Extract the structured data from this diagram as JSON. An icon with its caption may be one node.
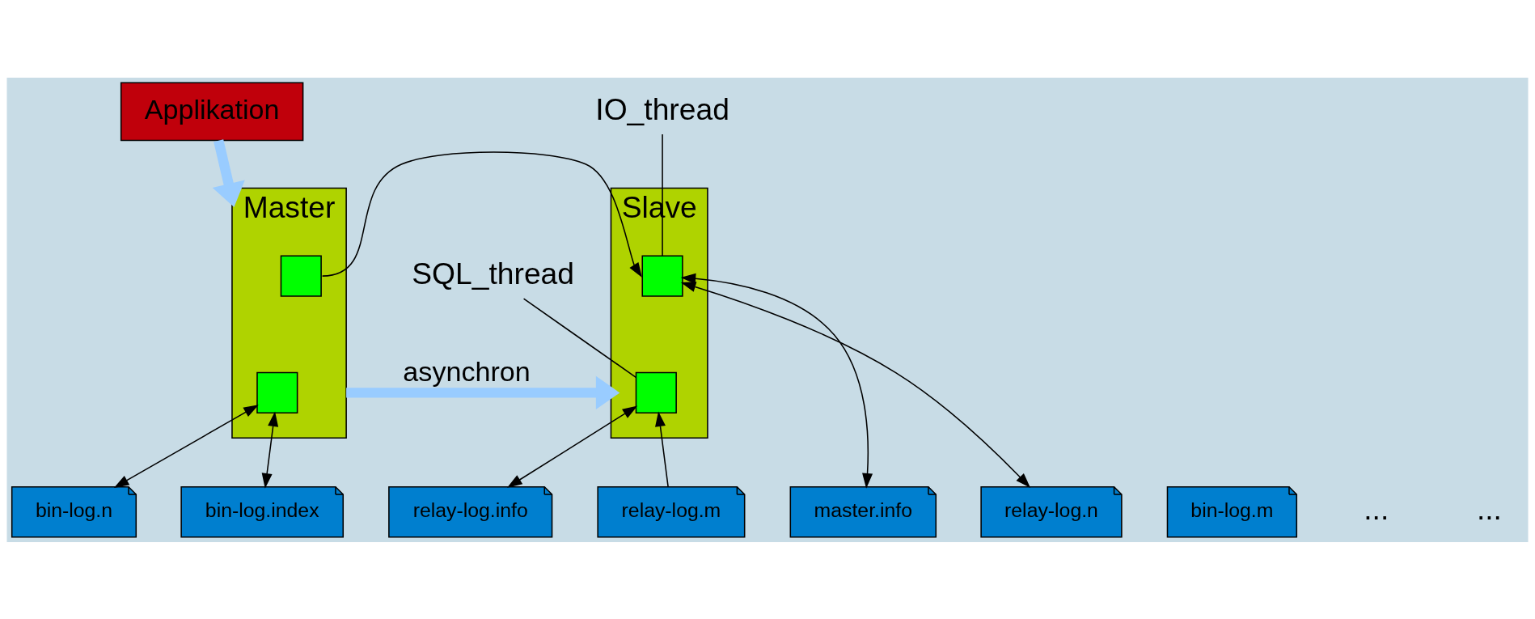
{
  "diagram": {
    "nodes": [
      {
        "text": [
          "Applikation"
        ]
      },
      {
        "text": [
          "Master"
        ]
      },
      {
        "text": [],
        "shape": "box",
        "in": 1
      },
      {
        "text": [],
        "shape": "box",
        "in": 1
      },
      {
        "text": [
          "Slave"
        ]
      },
      {
        "text": [],
        "shape": "box",
        "in": 4
      },
      {
        "text": [],
        "shape": "box",
        "in": 4
      },
      {
        "text": [
          "IO_thread"
        ]
      },
      {
        "text": [
          "SQL_thread"
        ]
      },
      {
        "text": [
          "master.info"
        ]
      },
      {
        "text": [
          "bin-log.m"
        ]
      },
      {
        "text": [
          "bin-log.n"
        ]
      },
      {
        "text": [
          "bin-log.index"
        ]
      },
      {
        "text": [
          "relay-log.info"
        ]
      },
      {
        "text": [
          "relay-log.m"
        ]
      },
      {
        "text": [
          "relay-log.n"
        ]
      }
    ],
    "edges": [
      {
        "from": 0,
        "to": 1,
        "arrow": "to",
        "style": "thick",
        "color": "#99ccff"
      },
      {
        "from": 1,
        "to": 4,
        "arrow": "to",
        "label": "asynchron",
        "style": "thick",
        "color": "#99ccff"
      },
      {
        "from": 2,
        "to": 5,
        "arrow": "to"
      },
      {
        "from": 5,
        "to": 9,
        "arrow": "both"
      },
      {
        "from": 5,
        "to": 15,
        "arrow": "both"
      },
      {
        "from": 3,
        "to": 11,
        "arrow": "both"
      },
      {
        "from": 3,
        "to": 12,
        "arrow": "both"
      },
      {
        "from": 14,
        "to": 6,
        "arrow": "to"
      },
      {
        "from": 6,
        "to": 13,
        "arrow": "both"
      },
      {
        "from": 7,
        "to": 5,
        "arrow": "none"
      },
      {
        "from": 8,
        "to": 6,
        "arrow": "none"
      }
    ],
    "labels": [
      "...",
      "..."
    ]
  }
}
